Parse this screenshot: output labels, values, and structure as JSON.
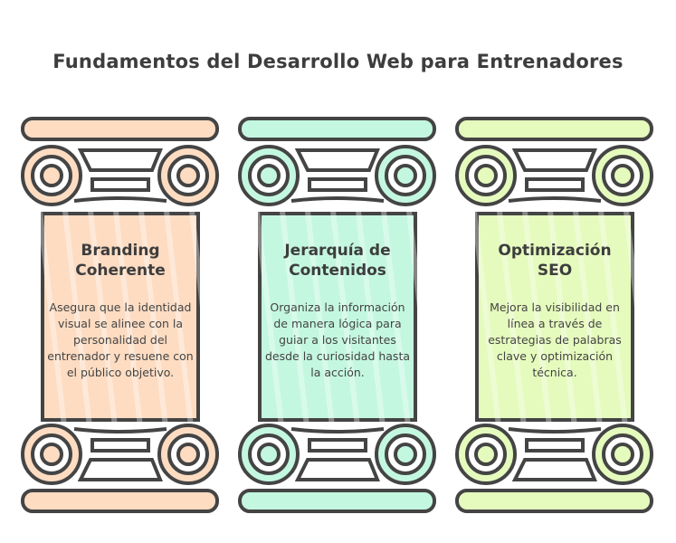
{
  "title": "Fundamentos del Desarrollo Web para Entrenadores",
  "stroke_color": "#444444",
  "columns": [
    {
      "title": "Branding Coherente",
      "description": "Asegura que la identidad visual se alinee con la personalidad del entrenador y resuene con el público objetivo.",
      "color": "#fddcc2"
    },
    {
      "title": "Jerarquía de Contenidos",
      "description": "Organiza la información de manera lógica para guiar a los visitantes desde la curiosidad hasta la acción.",
      "color": "#c4f7e0"
    },
    {
      "title": "Optimización SEO",
      "description": "Mejora la visibilidad en línea a través de estrategias de palabras clave y optimización técnica.",
      "color": "#e5fbbd"
    }
  ]
}
